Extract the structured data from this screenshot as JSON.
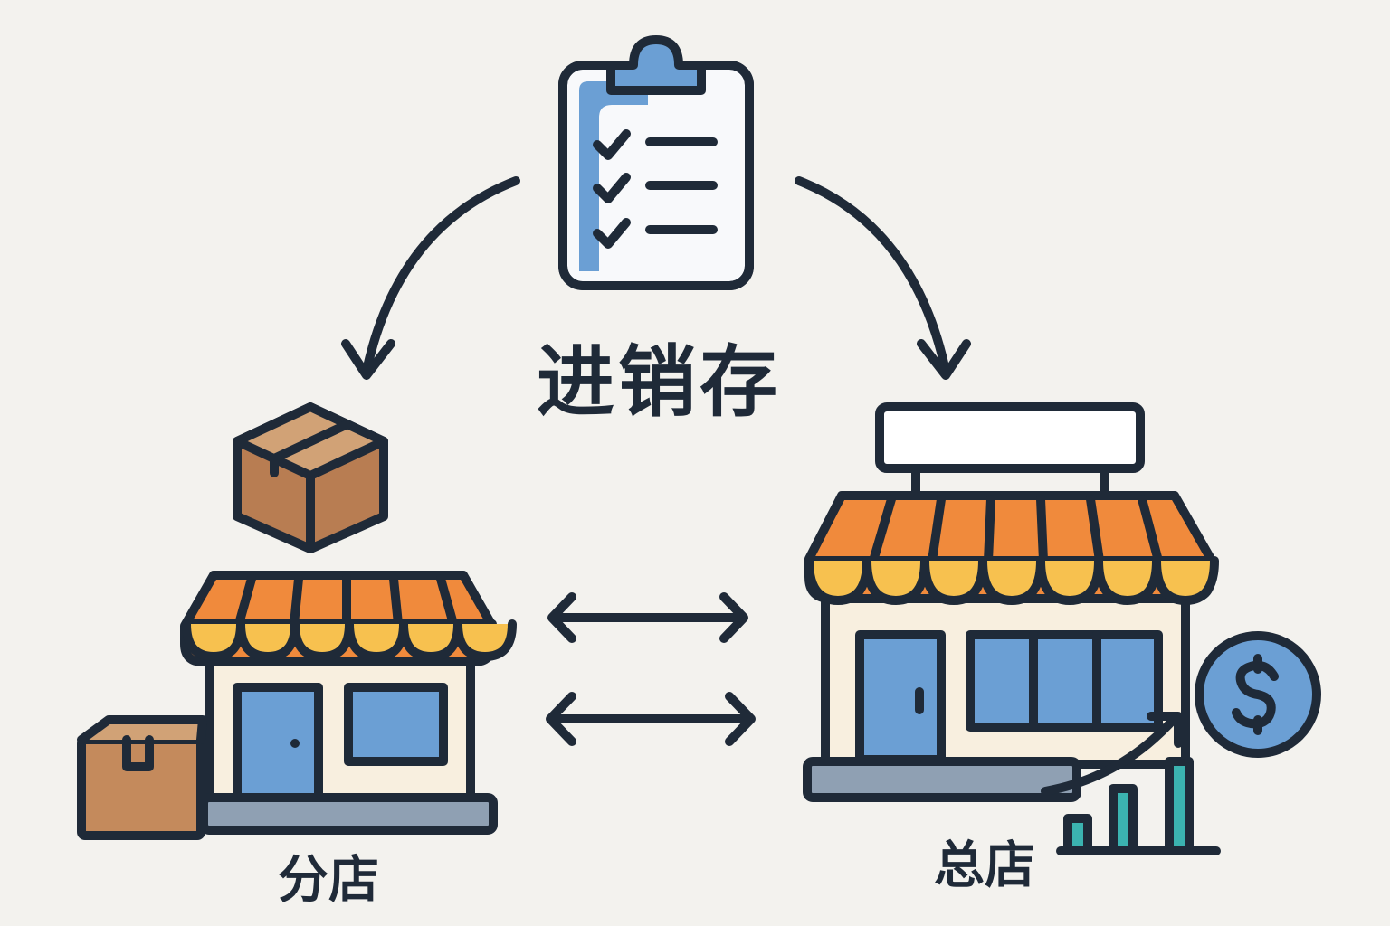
{
  "title": "进销存",
  "branch_store": {
    "label": "分店"
  },
  "head_store": {
    "label": "总店"
  },
  "icons": [
    "clipboard-checklist-icon",
    "box-icon",
    "store-icon",
    "dollar-coin-icon",
    "bar-chart-icon",
    "double-arrow-icon",
    "curved-arrow-icon"
  ],
  "colors": {
    "background": "#f3f2ee",
    "outline": "#1f2a38",
    "blue": "#6b9fd4",
    "orange": "#f08a3c",
    "yellow": "#f7c14f",
    "cream": "#f8efdf",
    "box": "#c48a5c",
    "teal": "#3bb3b0",
    "gray": "#8fa0b3"
  }
}
